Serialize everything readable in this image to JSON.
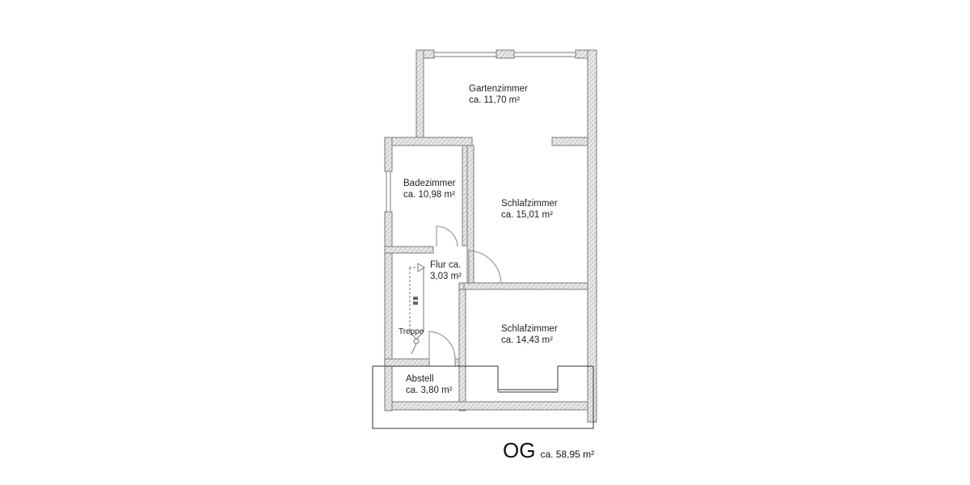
{
  "floor": {
    "name": "OG",
    "total_area": "ca. 58,95 m²"
  },
  "rooms": [
    {
      "name": "Gartenzimmer",
      "area": "ca. 11,70 m²"
    },
    {
      "name": "Badezimmer",
      "area": "ca. 10,98 m²"
    },
    {
      "name": "Schlafzimmer",
      "area": "ca. 15,01 m²"
    },
    {
      "name": "Flur ca.",
      "area": "3,03 m²"
    },
    {
      "name": "Schlafzimmer",
      "area": "ca. 14,43 m²"
    },
    {
      "name": "Abstell",
      "area": "ca. 3,80 m²"
    }
  ],
  "annotations": {
    "stairs": "Treppe"
  },
  "colors": {
    "wall_fill": "#e6e6e6",
    "wall_hatch": "#9a9a9a",
    "wall_outline": "#7a7a7a",
    "outline_box": "#333333"
  }
}
